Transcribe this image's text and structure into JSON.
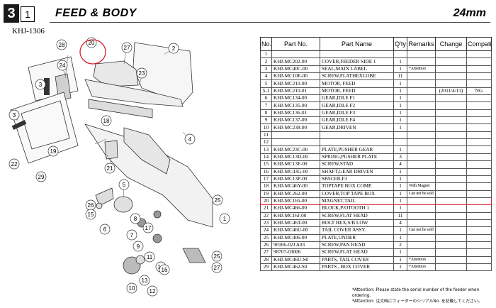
{
  "header": {
    "section_number": "3",
    "sub_number": "1",
    "title": "FEED & BODY",
    "size": "24mm",
    "model_code": "KHJ-1306"
  },
  "diagram": {
    "callouts": [
      "28",
      "20",
      "27",
      "2",
      "24",
      "3",
      "3",
      "19",
      "22",
      "29",
      "23",
      "21",
      "18",
      "5",
      "4",
      "26",
      "15",
      "6",
      "8",
      "17",
      "7",
      "9",
      "11",
      "25",
      "1",
      "14",
      "16",
      "13",
      "10",
      "12",
      "27",
      "25"
    ]
  },
  "table": {
    "columns": [
      "No.",
      "Part No.",
      "Part Name",
      "Q'ty",
      "Remarks",
      "Change",
      "Compati."
    ],
    "rows": [
      {
        "no": "1",
        "part": "",
        "name": "",
        "qty": "",
        "rem": "",
        "chg": "",
        "cmp": ""
      },
      {
        "no": "2",
        "part": "KHJ-MC202-00",
        "name": "COVER,FEEDER SIDE 1",
        "qty": "1",
        "rem": "",
        "chg": "",
        "cmp": ""
      },
      {
        "no": "3",
        "part": "KHJ-MC40C-00",
        "name": "SEAL,MAIN LABEL",
        "qty": "1",
        "rem": "*Attention",
        "chg": "",
        "cmp": ""
      },
      {
        "no": "4",
        "part": "KHJ-MC10E-00",
        "name": "SCREW,FLATHEXLOBE",
        "qty": "11",
        "rem": "",
        "chg": "",
        "cmp": ""
      },
      {
        "no": "5",
        "part": "KHJ-MC210-00",
        "name": "MOTOR, FEED",
        "qty": "1",
        "rem": "",
        "chg": "",
        "cmp": ""
      },
      {
        "no": "5-1",
        "part": "KHJ-MC210-01",
        "name": "MOTOR, FEED",
        "qty": "1",
        "rem": "",
        "chg": "(2011/4/13)",
        "cmp": "NG"
      },
      {
        "no": "6",
        "part": "KHJ-MC134-00",
        "name": "GEAR,IDLE F1",
        "qty": "1",
        "rem": "",
        "chg": "",
        "cmp": ""
      },
      {
        "no": "7",
        "part": "KHJ-MC135-00",
        "name": "GEAR,IDLE F2",
        "qty": "1",
        "rem": "",
        "chg": "",
        "cmp": ""
      },
      {
        "no": "8",
        "part": "KHJ-MC136-01",
        "name": "GEAR,IDLE F3",
        "qty": "1",
        "rem": "",
        "chg": "",
        "cmp": ""
      },
      {
        "no": "9",
        "part": "KHJ-MC137-00",
        "name": "GEAR,IDLE F4",
        "qty": "1",
        "rem": "",
        "chg": "",
        "cmp": ""
      },
      {
        "no": "10",
        "part": "KHJ-MC238-00",
        "name": "GEAR,DRIVEN",
        "qty": "1",
        "rem": "",
        "chg": "",
        "cmp": ""
      },
      {
        "no": "11",
        "part": "",
        "name": "",
        "qty": "",
        "rem": "",
        "chg": "",
        "cmp": ""
      },
      {
        "no": "12",
        "part": "",
        "name": "",
        "qty": "",
        "rem": "",
        "chg": "",
        "cmp": ""
      },
      {
        "no": "13",
        "part": "KHJ-MC23C-00",
        "name": "PLATE,PUSHER GEAR",
        "qty": "1",
        "rem": "",
        "chg": "",
        "cmp": ""
      },
      {
        "no": "14",
        "part": "KHJ-MC13D-00",
        "name": "SPRING,PUSHER PLATE",
        "qty": "3",
        "rem": "",
        "chg": "",
        "cmp": ""
      },
      {
        "no": "15",
        "part": "KHJ-MC13F-00",
        "name": "SCREW,STAD",
        "qty": "4",
        "rem": "",
        "chg": "",
        "cmp": ""
      },
      {
        "no": "16",
        "part": "KHJ-MC43G-00",
        "name": "SHAFT,GEAR DRIVEN",
        "qty": "1",
        "rem": "",
        "chg": "",
        "cmp": ""
      },
      {
        "no": "17",
        "part": "KHJ-MC13P-00",
        "name": "SPACER,F3",
        "qty": "1",
        "rem": "",
        "chg": "",
        "cmp": ""
      },
      {
        "no": "18",
        "part": "KHJ-MC46Y-00",
        "name": "TOPTAPE BOX COMP.",
        "qty": "1",
        "rem": "With Magnet",
        "chg": "",
        "cmp": ""
      },
      {
        "no": "19",
        "part": "KHJ-MC262-00",
        "name": "COVER,TOP TAPE BOX",
        "qty": "1",
        "rem": "Can not be sold",
        "chg": "",
        "cmp": ""
      },
      {
        "no": "20",
        "part": "KHJ-MC165-00",
        "name": "MAGNET,TAIL",
        "qty": "1",
        "rem": "",
        "chg": "",
        "cmp": ""
      },
      {
        "no": "21",
        "part": "KHJ-MC466-00",
        "name": "BLOCK,P/OTOOTH 1",
        "qty": "1",
        "rem": "",
        "chg": "",
        "cmp": ""
      },
      {
        "no": "22",
        "part": "KHJ-MC16J-00",
        "name": "SCREW,FLAT HEAD",
        "qty": "11",
        "rem": "",
        "chg": "",
        "cmp": ""
      },
      {
        "no": "23",
        "part": "KHJ-MC46T-00",
        "name": "BOLT HEX,S/B LOW",
        "qty": "4",
        "rem": "",
        "chg": "",
        "cmp": ""
      },
      {
        "no": "24",
        "part": "KHJ-MC46U-00",
        "name": "TAIL COVER ASSY.",
        "qty": "1",
        "rem": "Can not be sold",
        "chg": "",
        "cmp": ""
      },
      {
        "no": "25",
        "part": "KHJ-MC406-00",
        "name": "PLATE,UNDER",
        "qty": "1",
        "rem": "",
        "chg": "",
        "cmp": ""
      },
      {
        "no": "26",
        "part": "90166-02J A03",
        "name": "SCREW,PAN HEAD",
        "qty": "2",
        "rem": "",
        "chg": "",
        "cmp": ""
      },
      {
        "no": "27",
        "part": "98707-03006",
        "name": "SCREW,FLAT HEAD",
        "qty": "1",
        "rem": "",
        "chg": "",
        "cmp": ""
      },
      {
        "no": "28",
        "part": "KHJ-MC46U-S0",
        "name": "PARTS, TAIL COVER",
        "qty": "1",
        "rem": "*Attention",
        "chg": "",
        "cmp": ""
      },
      {
        "no": "29",
        "part": "KHJ-MC462-S0",
        "name": "PARTS , BOX COVER",
        "qty": "1",
        "rem": "*Attention",
        "chg": "",
        "cmp": ""
      }
    ],
    "highlight_color": "#d8202a"
  },
  "notes": {
    "line1": "*Attention: Please state the serial number of the feeder when ordering.",
    "line2": "*Attention: 注文時にフィーダーのシリアルNo. を記載してください。"
  }
}
